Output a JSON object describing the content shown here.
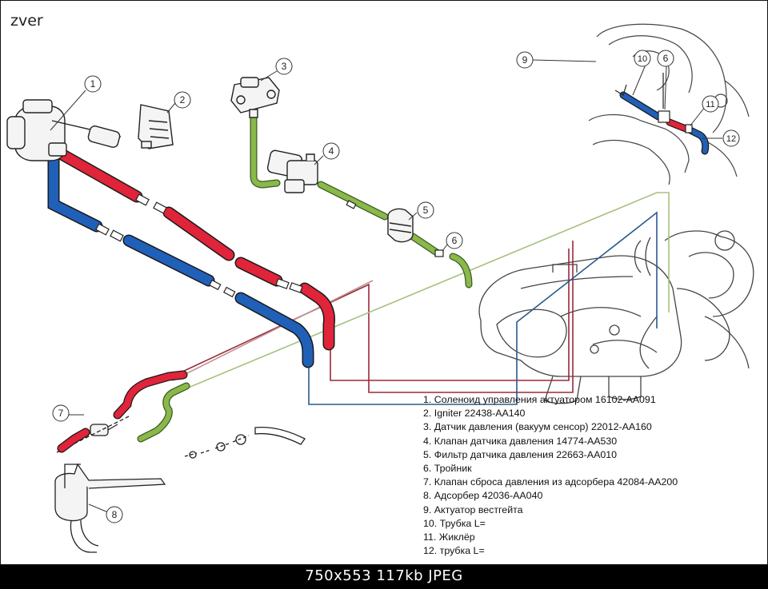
{
  "watermark": "zver",
  "callouts": [
    "1",
    "2",
    "3",
    "4",
    "5",
    "6",
    "7",
    "8",
    "9",
    "10",
    "6",
    "11",
    "12"
  ],
  "legend": [
    "1. Соленоид управления актуатором 16102-АА091",
    "2. Igniter 22438-АА140",
    "3. Датчик давления (вакуум сенсор) 22012-АА160",
    "4. Клапан датчика давления 14774-АА530",
    "5. Фильтр датчика давления 22663-АА010",
    "6. Тройник",
    "7. Клапан сброса давления из адсорбера 42084-АА200",
    "8. Адсорбер 42036-АА040",
    "9. Актуатор вестгейта",
    "10. Трубка L=",
    "11. Жиклёр",
    "12. трубка L="
  ],
  "footer": "750x553 117kb JPEG",
  "colors": {
    "red_hose": "#e0243a",
    "blue_hose": "#2060b8",
    "green_hose": "#8ab84a",
    "red_line": "#9a2a3a",
    "blue_line": "#2a5a8a",
    "green_line": "#a8c080",
    "outline": "#333333"
  }
}
